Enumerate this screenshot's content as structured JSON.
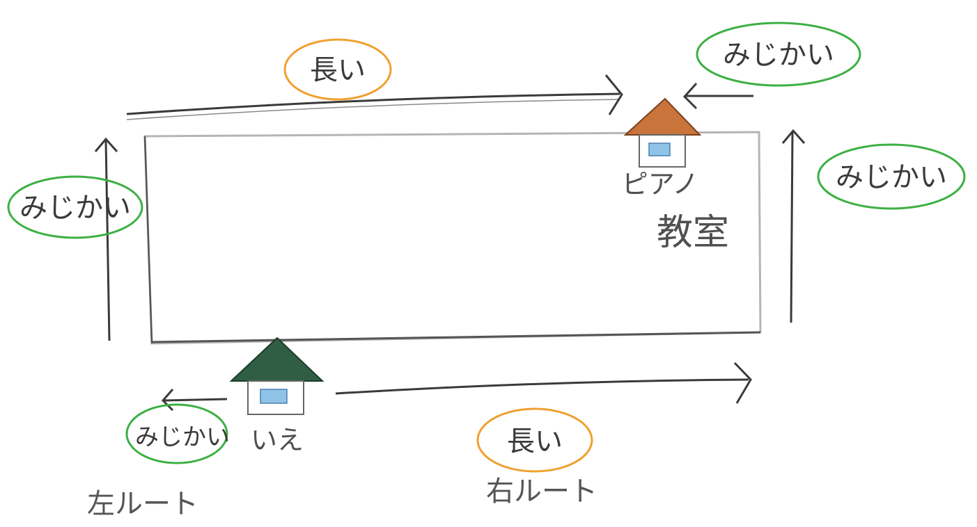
{
  "labels": {
    "top_long": "長い",
    "top_right_short": "みじかい",
    "left_short": "みじかい",
    "right_short": "みじかい",
    "bottom_left_short": "みじかい",
    "bottom_long": "長い"
  },
  "places": {
    "piano": "ピアノ",
    "classroom": "教室",
    "home": "いえ"
  },
  "routes": {
    "left": "左ルート",
    "right": "右ルート"
  },
  "colors": {
    "long_circle": "#f0a030",
    "short_circle": "#3cb043",
    "piano_roof": "#c8743a",
    "home_roof": "#2f5e45",
    "window": "#8fc3e8",
    "pencil": "#3a3a3a",
    "block_outline": "#b5b5b5"
  }
}
